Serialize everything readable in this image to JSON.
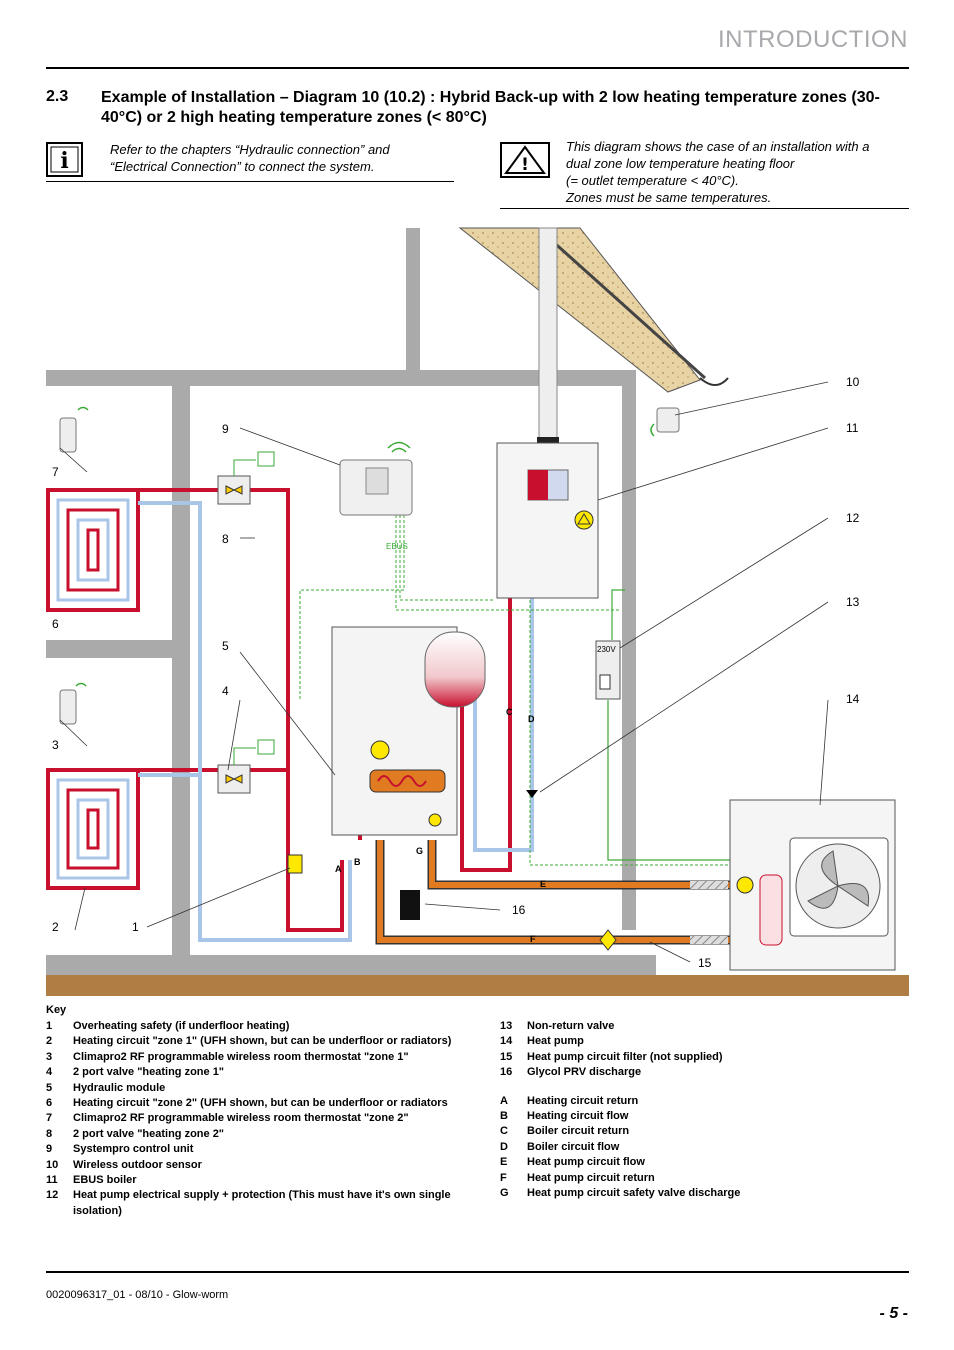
{
  "header": {
    "section_title": "INTRODUCTION"
  },
  "section": {
    "number": "2.3",
    "title": "Example of Installation – Diagram 10 (10.2) : Hybrid Back-up with 2 low heating temperature zones (30-40°C) or 2 high heating temperature zones (< 80°C)"
  },
  "info_note": {
    "icon": "info-icon",
    "line1": "Refer to the chapters “Hydraulic connection” and",
    "line2": "“Electrical Connection” to connect the system."
  },
  "warning_note": {
    "icon": "warning-icon",
    "line1": "This diagram shows the case of an installation with a",
    "line2": "dual zone low temperature heating floor",
    "line3": "(= outlet temperature < 40°C).",
    "line4": "Zones must be same temperatures."
  },
  "diagram": {
    "labels": {
      "n1": "1",
      "n2": "2",
      "n3": "3",
      "n4": "4",
      "n5": "5",
      "n6": "6",
      "n7": "7",
      "n8": "8",
      "n9": "9",
      "n10": "10",
      "n11": "11",
      "n12": "12",
      "n13": "13",
      "n14": "14",
      "n15": "15",
      "n16": "16",
      "A": "A",
      "B": "B",
      "C": "C",
      "D": "D",
      "E": "E",
      "F": "F",
      "G": "G",
      "ebus": "EBUS",
      "voltage": "230V"
    },
    "colors": {
      "wall": "#aaaaaa",
      "flow": "#c8102e",
      "return": "#a9c6e8",
      "glycol": "#e07b22",
      "ground": "#b07d45",
      "control": "#3aaa35"
    }
  },
  "key": {
    "heading": "Key",
    "left": [
      {
        "n": "1",
        "t": "Overheating safety (if underfloor heating)"
      },
      {
        "n": "2",
        "t": "Heating circuit \"zone 1\" (UFH shown, but can be underfloor or radiators)"
      },
      {
        "n": "3",
        "t": "Climapro2 RF programmable wireless room thermostat \"zone 1\""
      },
      {
        "n": "4",
        "t": "2 port valve \"heating zone 1\""
      },
      {
        "n": "5",
        "t": "Hydraulic module"
      },
      {
        "n": "6",
        "t": "Heating circuit \"zone 2\" (UFH shown, but can be underfloor or radiators"
      },
      {
        "n": "7",
        "t": "Climapro2 RF programmable wireless room thermostat \"zone 2\""
      },
      {
        "n": "8",
        "t": "2 port valve \"heating zone 2\""
      },
      {
        "n": "9",
        "t": "Systempro control unit"
      },
      {
        "n": "10",
        "t": "Wireless outdoor sensor"
      },
      {
        "n": "11",
        "t": "EBUS boiler"
      },
      {
        "n": "12",
        "t": "Heat pump electrical supply + protection (This must have it's own single isolation)"
      }
    ],
    "right": [
      {
        "n": "13",
        "t": "Non-return valve"
      },
      {
        "n": "14",
        "t": "Heat pump"
      },
      {
        "n": "15",
        "t": "Heat pump circuit filter (not supplied)"
      },
      {
        "n": "16",
        "t": "Glycol PRV discharge"
      }
    ],
    "letters": [
      {
        "n": "A",
        "t": "Heating circuit return"
      },
      {
        "n": "B",
        "t": "Heating circuit flow"
      },
      {
        "n": "C",
        "t": "Boiler circuit return"
      },
      {
        "n": "D",
        "t": "Boiler circuit flow"
      },
      {
        "n": "E",
        "t": "Heat pump circuit flow"
      },
      {
        "n": "F",
        "t": "Heat pump circuit return"
      },
      {
        "n": "G",
        "t": "Heat pump circuit safety valve discharge"
      }
    ]
  },
  "footer": {
    "doc_ref": "0020096317_01 - 08/10 - Glow-worm",
    "page_number": "- 5 -"
  }
}
